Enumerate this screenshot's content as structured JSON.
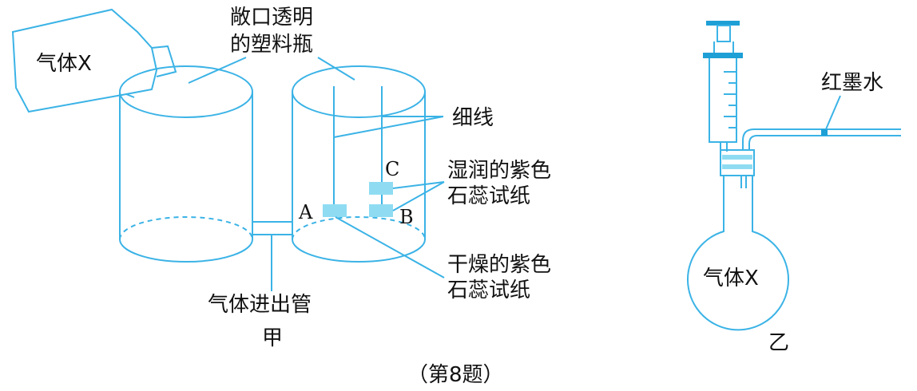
{
  "figure_a": {
    "gas_bottle_label": "气体X",
    "bottle_note_line1": "敞口透明",
    "bottle_note_line2": "的塑料瓶",
    "thread_label": "细线",
    "wet_paper_line1": "湿润的紫色",
    "wet_paper_line2": "石蕊试纸",
    "dry_paper_line1": "干燥的紫色",
    "dry_paper_line2": "石蕊试纸",
    "tube_label": "气体进出管",
    "point_a": "A",
    "point_b": "B",
    "point_c": "C",
    "caption": "甲"
  },
  "figure_b": {
    "ink_label": "红墨水",
    "flask_label": "气体X",
    "caption": "乙"
  },
  "question_caption": "（第8题）",
  "colors": {
    "line": "#3bb3e6",
    "paper": "#8fdcf2",
    "cap": "#1e9fd6",
    "ink_dot": "#1e9fd6",
    "text": "#111111"
  }
}
